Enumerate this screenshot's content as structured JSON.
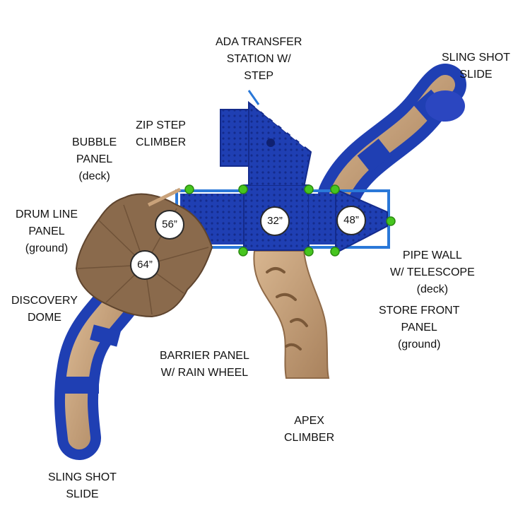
{
  "labels": {
    "ada_transfer": [
      "ADA TRANSFER",
      "STATION W/",
      "STEP"
    ],
    "sling_shot_top": [
      "SLING SHOT",
      "SLIDE"
    ],
    "zip_step": [
      "ZIP STEP",
      "CLIMBER"
    ],
    "bubble_panel": [
      "BUBBLE",
      "PANEL",
      "(deck)"
    ],
    "drum_line": [
      "DRUM LINE",
      "PANEL",
      "(ground)"
    ],
    "pipe_wall": [
      "PIPE WALL",
      "W/ TELESCOPE",
      "(deck)"
    ],
    "discovery_dome": [
      "DISCOVERY",
      "DOME"
    ],
    "store_front": [
      "STORE FRONT",
      "PANEL",
      "(ground)"
    ],
    "barrier_panel": [
      "BARRIER PANEL",
      "W/ RAIN WHEEL"
    ],
    "apex_climber": [
      "APEX",
      "CLIMBER"
    ],
    "sling_shot_bottom": [
      "SLING SHOT",
      "SLIDE"
    ]
  },
  "deck_heights": {
    "deck_56": "56”",
    "deck_64": "64”",
    "deck_32": "32”",
    "deck_48": "48”"
  },
  "colors": {
    "deck_blue": "#1f3fb3",
    "deck_dark": "#14288a",
    "frame_blue": "#2a78d8",
    "tan": "#c9a27a",
    "tan_dark": "#8f6a48",
    "dome_brown": "#8a6a4c",
    "clamp_green": "#46c51f"
  }
}
